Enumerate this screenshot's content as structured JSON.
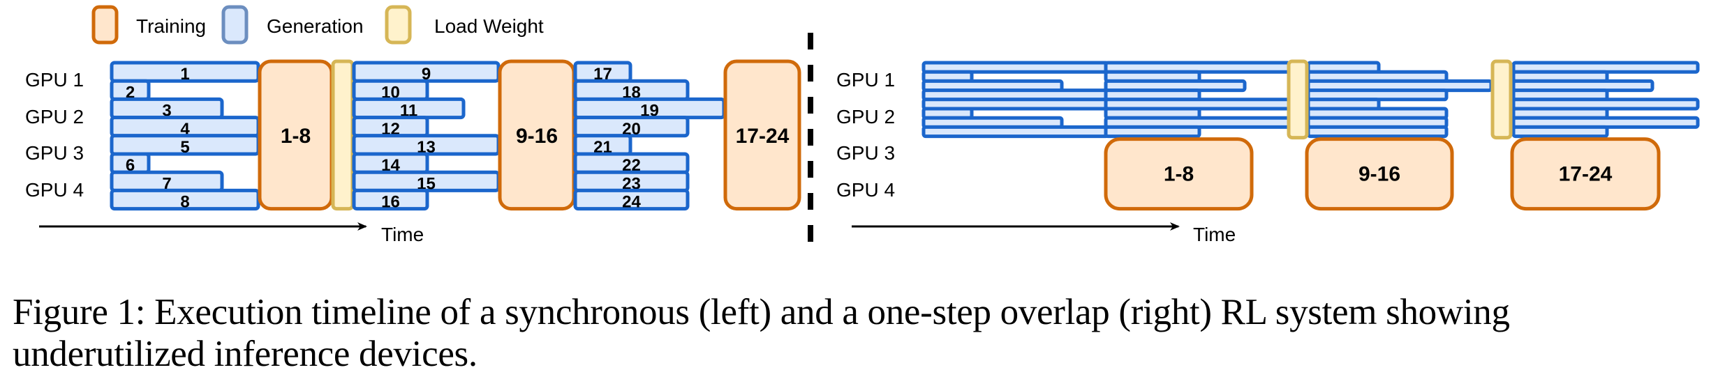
{
  "colors": {
    "training_fill": "#ffe6cc",
    "training_stroke": "#d06a0a",
    "generation_fill": "#dae8fc",
    "generation_stroke": "#1b66cc",
    "legend_generation_stroke": "#6c8ebf",
    "load_fill": "#fff2cc",
    "load_stroke": "#d6b656",
    "text": "#000000"
  },
  "legend": {
    "items": [
      {
        "key": "training",
        "label": "Training"
      },
      {
        "key": "generation",
        "label": "Generation"
      },
      {
        "key": "load",
        "label": "Load Weight"
      }
    ]
  },
  "gpu_labels": [
    "GPU 1",
    "GPU 2",
    "GPU 3",
    "GPU 4"
  ],
  "time_label": "Time",
  "panels": {
    "synchronous": {
      "name": "synchronous (left)",
      "phases": [
        {
          "type": "generation",
          "requests": [
            {
              "id": "1",
              "duration": 210
            },
            {
              "id": "2",
              "duration": 53
            },
            {
              "id": "3",
              "duration": 158
            },
            {
              "id": "4",
              "duration": 210
            },
            {
              "id": "5",
              "duration": 210
            },
            {
              "id": "6",
              "duration": 53
            },
            {
              "id": "7",
              "duration": 158
            },
            {
              "id": "8",
              "duration": 210
            }
          ]
        },
        {
          "type": "training",
          "label": "1-8",
          "duration": 103
        },
        {
          "type": "load",
          "duration": 28
        },
        {
          "type": "generation",
          "requests": [
            {
              "id": "9",
              "duration": 207
            },
            {
              "id": "10",
              "duration": 105
            },
            {
              "id": "11",
              "duration": 157
            },
            {
              "id": "12",
              "duration": 105
            },
            {
              "id": "13",
              "duration": 207
            },
            {
              "id": "14",
              "duration": 105
            },
            {
              "id": "15",
              "duration": 207
            },
            {
              "id": "16",
              "duration": 105
            }
          ]
        },
        {
          "type": "training",
          "label": "9-16",
          "duration": 106
        },
        {
          "type": "generation",
          "requests": [
            {
              "id": "17",
              "duration": 79
            },
            {
              "id": "18",
              "duration": 161
            },
            {
              "id": "19",
              "duration": 213
            },
            {
              "id": "20",
              "duration": 161
            },
            {
              "id": "21",
              "duration": 79
            },
            {
              "id": "22",
              "duration": 161
            },
            {
              "id": "23",
              "duration": 161
            },
            {
              "id": "24",
              "duration": 161
            }
          ]
        },
        {
          "type": "training",
          "label": "17-24",
          "duration": 106
        }
      ]
    },
    "overlap": {
      "name": "one-step overlap (right)",
      "generation_gpus": [
        "GPU 1",
        "GPU 2"
      ],
      "training_gpus": [
        "GPU 3",
        "GPU 4"
      ],
      "generation_blocks": [
        {
          "start": 0,
          "durations": [
            264,
            69,
            198,
            264,
            264,
            69,
            198,
            264
          ]
        },
        {
          "start": 261,
          "durations": [
            263,
            134,
            199,
            134,
            263,
            134,
            263,
            134
          ]
        },
        {
          "load_before": true,
          "start": 551,
          "durations": [
            101,
            198,
            262,
            198,
            101,
            198,
            198,
            198
          ]
        },
        {
          "load_before": true,
          "start": 845,
          "durations": [
            264,
            134,
            199,
            134,
            264,
            134,
            264,
            134
          ]
        }
      ],
      "load_weights": [
        {
          "start": 523
        },
        {
          "start": 815
        }
      ],
      "training": [
        {
          "label": "1-8",
          "start": 261,
          "duration": 209
        },
        {
          "label": "9-16",
          "start": 549,
          "duration": 208
        },
        {
          "label": "17-24",
          "start": 843,
          "duration": 210
        }
      ]
    }
  },
  "caption": {
    "line1": "Figure 1: Execution timeline of a synchronous (left) and a one-step overlap (right) RL system showing",
    "line2": "underutilized inference devices."
  }
}
